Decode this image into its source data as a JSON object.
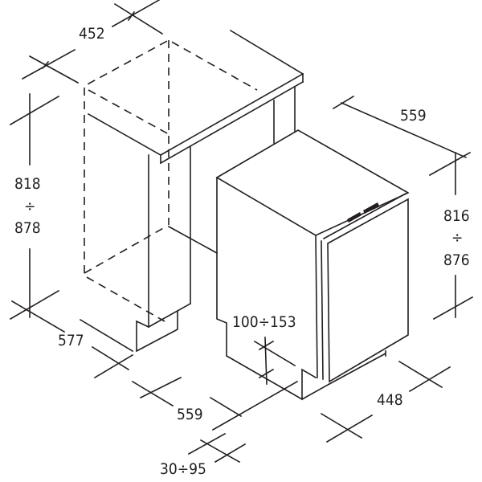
{
  "labels": {
    "cabinet_width": "452",
    "cabinet_height_min": "818",
    "cabinet_height_sep": "÷",
    "cabinet_height_max": "878",
    "cabinet_depth": "577",
    "appliance_depth_top": "559",
    "appliance_height_min": "816",
    "appliance_height_sep": "÷",
    "appliance_height_max": "876",
    "plinth_height": "100÷153",
    "appliance_width": "448",
    "appliance_depth_bottom": "559",
    "plinth_offset": "30÷95"
  },
  "colors": {
    "line": "#231f20",
    "background": "#ffffff"
  }
}
